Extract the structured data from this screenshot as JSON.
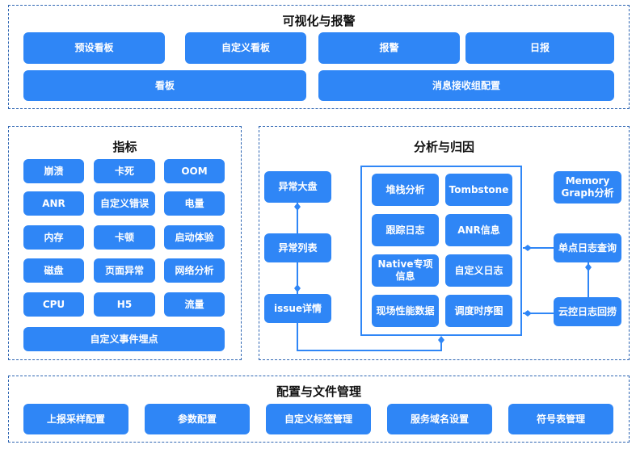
{
  "viz": {
    "title": "可视化与报警",
    "row1": [
      "预设看板",
      "自定义看板",
      "报警",
      "日报"
    ],
    "row2": [
      "看板",
      "消息接收组配置"
    ]
  },
  "metrics": {
    "title": "指标",
    "items": [
      "崩溃",
      "卡死",
      "OOM",
      "ANR",
      "自定义错误",
      "电量",
      "内存",
      "卡顿",
      "启动体验",
      "磁盘",
      "页面异常",
      "网络分析",
      "CPU",
      "H5",
      "流量"
    ],
    "custom": "自定义事件埋点"
  },
  "analysis": {
    "title": "分析与归因",
    "left": [
      "异常大盘",
      "异常列表",
      "issue详情"
    ],
    "center": [
      "堆栈分析",
      "Tombstone",
      "跟踪日志",
      "ANR信息",
      "Native专项信息",
      "自定义日志",
      "现场性能数据",
      "调度时序图"
    ],
    "right": [
      "Memory Graph分析",
      "单点日志查询",
      "云控日志回捞"
    ]
  },
  "config": {
    "title": "配置与文件管理",
    "items": [
      "上报采样配置",
      "参数配置",
      "自定义标签管理",
      "服务域名设置",
      "符号表管理"
    ]
  },
  "colors": {
    "button": "#2f86f6",
    "border": "#2f66b3"
  }
}
